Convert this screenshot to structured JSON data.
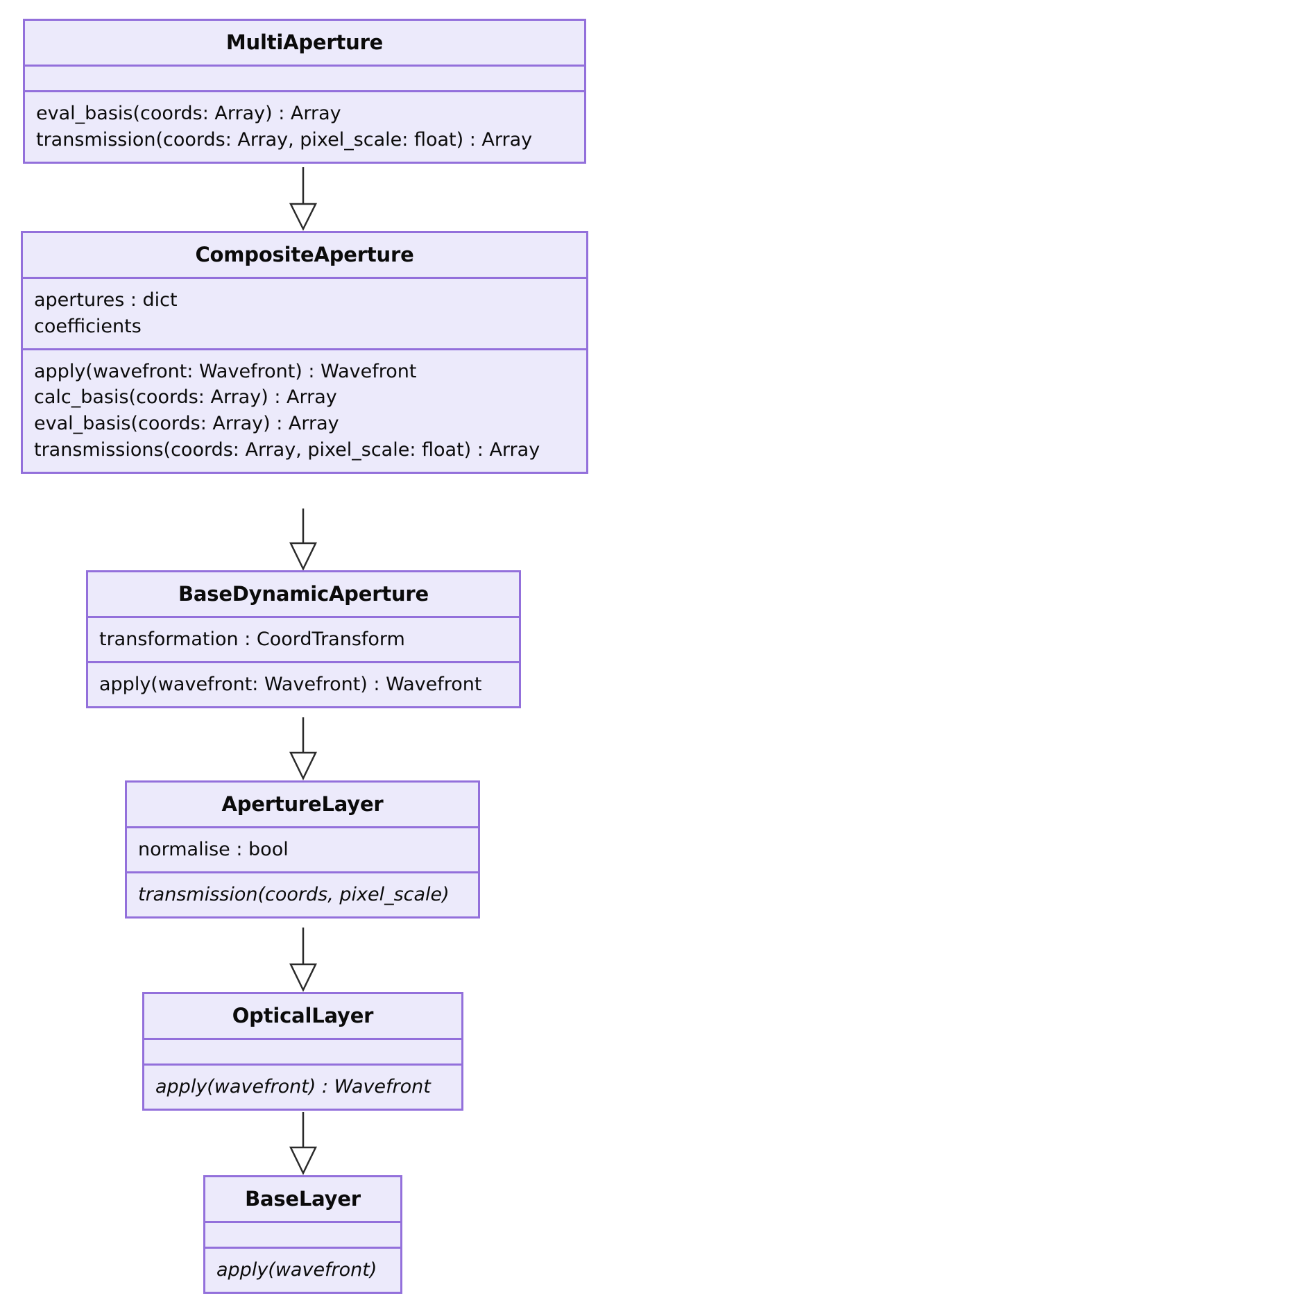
{
  "diagram": {
    "type": "uml-class-diagram",
    "title": "",
    "colors": {
      "box_fill": "#ECEAFB",
      "box_border": "#9370DB",
      "edge_stroke": "#2b2b2b",
      "arrowhead_fill": "#ffffff",
      "text": "#0b0b0b",
      "background": "#ffffff"
    },
    "classes": [
      {
        "id": "multi-aperture",
        "name": "MultiAperture",
        "attributes": [],
        "methods": [
          {
            "text": "eval_basis(coords: Array) : Array",
            "abstract": false
          },
          {
            "text": "transmission(coords: Array, pixel_scale: float) : Array",
            "abstract": false
          }
        ]
      },
      {
        "id": "composite-aperture",
        "name": "CompositeAperture",
        "attributes": [
          {
            "text": "apertures : dict",
            "abstract": false
          },
          {
            "text": "coefficients",
            "abstract": false
          }
        ],
        "methods": [
          {
            "text": "apply(wavefront: Wavefront) : Wavefront",
            "abstract": false
          },
          {
            "text": "calc_basis(coords: Array) : Array",
            "abstract": false
          },
          {
            "text": "eval_basis(coords: Array) : Array",
            "abstract": false
          },
          {
            "text": "transmissions(coords: Array, pixel_scale: float) : Array",
            "abstract": false
          }
        ]
      },
      {
        "id": "base-dynamic-aperture",
        "name": "BaseDynamicAperture",
        "attributes": [
          {
            "text": "transformation : CoordTransform",
            "abstract": false
          }
        ],
        "methods": [
          {
            "text": "apply(wavefront: Wavefront) : Wavefront",
            "abstract": false
          }
        ]
      },
      {
        "id": "aperture-layer",
        "name": "ApertureLayer",
        "attributes": [
          {
            "text": "normalise : bool",
            "abstract": false
          }
        ],
        "methods": [
          {
            "text": "transmission(coords, pixel_scale)",
            "abstract": true
          }
        ]
      },
      {
        "id": "optical-layer",
        "name": "OpticalLayer",
        "attributes": [],
        "methods": [
          {
            "text": "apply(wavefront) : Wavefront",
            "abstract": true
          }
        ]
      },
      {
        "id": "base-layer",
        "name": "BaseLayer",
        "attributes": [],
        "methods": [
          {
            "text": "apply(wavefront)",
            "abstract": true
          }
        ]
      }
    ],
    "relationships": [
      {
        "from": "MultiAperture",
        "to": "CompositeAperture",
        "kind": "inheritance"
      },
      {
        "from": "CompositeAperture",
        "to": "BaseDynamicAperture",
        "kind": "inheritance"
      },
      {
        "from": "BaseDynamicAperture",
        "to": "ApertureLayer",
        "kind": "inheritance"
      },
      {
        "from": "ApertureLayer",
        "to": "OpticalLayer",
        "kind": "inheritance"
      },
      {
        "from": "OpticalLayer",
        "to": "BaseLayer",
        "kind": "inheritance"
      }
    ]
  }
}
